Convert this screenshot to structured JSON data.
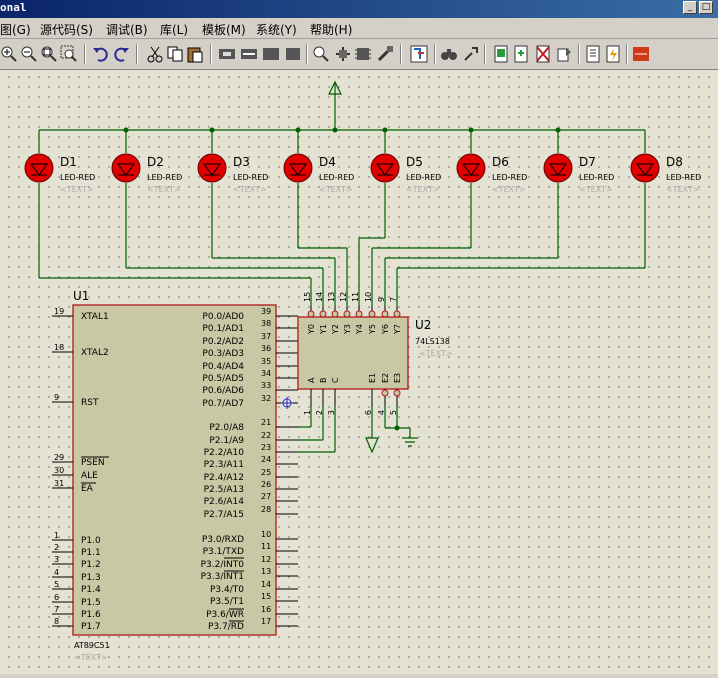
{
  "window": {
    "title": "onal"
  },
  "menu": {
    "items": [
      "图(G)",
      "源代码(S)",
      "调试(B)",
      "库(L)",
      "模板(M)",
      "系统(Y)",
      "帮助(H)"
    ]
  },
  "toolbar": {
    "icons": [
      "zoom-in-icon",
      "zoom-out-icon",
      "zoom-all-icon",
      "zoom-area-icon",
      "undo-icon",
      "redo-icon",
      "cut-icon",
      "copy-icon",
      "paste-icon",
      "block-copy-icon",
      "block-move-icon",
      "block-rotate-icon",
      "block-delete-icon",
      "pick-device-icon",
      "make-device-icon",
      "package-icon",
      "decompose-icon",
      "wire-autorouter-icon",
      "search-tag-icon",
      "property-assign-icon",
      "new-sheet-icon",
      "delete-sheet-icon",
      "goto-sheet-icon",
      "bill-of-materials-icon",
      "electrical-rule-check-icon",
      "ares-netlist-icon"
    ]
  },
  "schematic": {
    "leds": [
      {
        "ref": "D1",
        "value": "LED-RED",
        "text": "<TEXT>"
      },
      {
        "ref": "D2",
        "value": "LED-RED",
        "text": "<TEXT>"
      },
      {
        "ref": "D3",
        "value": "LED-RED",
        "text": "<TEXT>"
      },
      {
        "ref": "D4",
        "value": "LED-RED",
        "text": "<TEXT>"
      },
      {
        "ref": "D5",
        "value": "LED-RED",
        "text": "<TEXT>"
      },
      {
        "ref": "D6",
        "value": "LED-RED",
        "text": "<TEXT>"
      },
      {
        "ref": "D7",
        "value": "LED-RED",
        "text": "<TEXT>"
      },
      {
        "ref": "D8",
        "value": "LED-RED",
        "text": "<TEXT>"
      }
    ],
    "u1": {
      "ref": "U1",
      "value": "AT89C51",
      "text": "<TEXT>",
      "left_pins": [
        {
          "num": "19",
          "name": "XTAL1"
        },
        {
          "num": "18",
          "name": "XTAL2"
        },
        {
          "num": "9",
          "name": "RST"
        },
        {
          "num": "29",
          "name": "PSEN"
        },
        {
          "num": "30",
          "name": "ALE"
        },
        {
          "num": "31",
          "name": "EA"
        },
        {
          "num": "1",
          "name": "P1.0"
        },
        {
          "num": "2",
          "name": "P1.1"
        },
        {
          "num": "3",
          "name": "P1.2"
        },
        {
          "num": "4",
          "name": "P1.3"
        },
        {
          "num": "5",
          "name": "P1.4"
        },
        {
          "num": "6",
          "name": "P1.5"
        },
        {
          "num": "7",
          "name": "P1.6"
        },
        {
          "num": "8",
          "name": "P1.7"
        }
      ],
      "right_pins": [
        {
          "num": "39",
          "name": "P0.0/AD0"
        },
        {
          "num": "38",
          "name": "P0.1/AD1"
        },
        {
          "num": "37",
          "name": "P0.2/AD2"
        },
        {
          "num": "36",
          "name": "P0.3/AD3"
        },
        {
          "num": "35",
          "name": "P0.4/AD4"
        },
        {
          "num": "34",
          "name": "P0.5/AD5"
        },
        {
          "num": "33",
          "name": "P0.6/AD6"
        },
        {
          "num": "32",
          "name": "P0.7/AD7"
        },
        {
          "num": "21",
          "name": "P2.0/A8"
        },
        {
          "num": "22",
          "name": "P2.1/A9"
        },
        {
          "num": "23",
          "name": "P2.2/A10"
        },
        {
          "num": "24",
          "name": "P2.3/A11"
        },
        {
          "num": "25",
          "name": "P2.4/A12"
        },
        {
          "num": "26",
          "name": "P2.5/A13"
        },
        {
          "num": "27",
          "name": "P2.6/A14"
        },
        {
          "num": "28",
          "name": "P2.7/A15"
        },
        {
          "num": "10",
          "name": "P3.0/RXD"
        },
        {
          "num": "11",
          "name": "P3.1/TXD"
        },
        {
          "num": "12",
          "name": "P3.2/INT0"
        },
        {
          "num": "13",
          "name": "P3.3/INT1"
        },
        {
          "num": "14",
          "name": "P3.4/T0"
        },
        {
          "num": "15",
          "name": "P3.5/T1"
        },
        {
          "num": "16",
          "name": "P3.6/WR"
        },
        {
          "num": "17",
          "name": "P3.7/RD"
        }
      ]
    },
    "u2": {
      "ref": "U2",
      "value": "74LS138",
      "text": "<TEXT>",
      "top_pins": [
        {
          "num": "15",
          "name": "Y0"
        },
        {
          "num": "14",
          "name": "Y1"
        },
        {
          "num": "13",
          "name": "Y2"
        },
        {
          "num": "12",
          "name": "Y3"
        },
        {
          "num": "11",
          "name": "Y4"
        },
        {
          "num": "10",
          "name": "Y5"
        },
        {
          "num": "9",
          "name": "Y6"
        },
        {
          "num": "7",
          "name": "Y7"
        }
      ],
      "bottom_pins": [
        {
          "num": "1",
          "name": "A"
        },
        {
          "num": "2",
          "name": "B"
        },
        {
          "num": "3",
          "name": "C"
        },
        {
          "num": "6",
          "name": "E1"
        },
        {
          "num": "4",
          "name": "E2"
        },
        {
          "num": "5",
          "name": "E3"
        }
      ]
    }
  }
}
